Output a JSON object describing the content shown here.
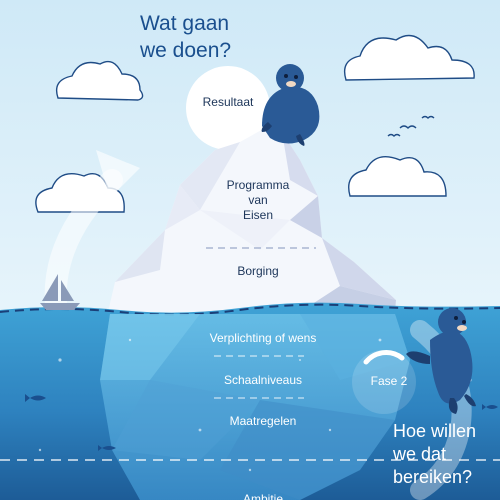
{
  "titles": {
    "top": [
      "Wat gaan",
      "we doen?"
    ],
    "bottom": [
      "Hoe willen",
      "we dat",
      "bereiken?"
    ]
  },
  "above_water": {
    "resultaat": "Resultaat",
    "programma": [
      "Programma",
      "van",
      "Eisen"
    ],
    "borging": "Borging"
  },
  "under_water": {
    "items": [
      "Verplichting of wens",
      "Schaalniveaus",
      "Maatregelen",
      "Ambitie"
    ]
  },
  "phase": {
    "label": "Fase 2"
  },
  "colors": {
    "sky": "#d4ecf8",
    "water_top": "#3fa3d6",
    "water_bottom": "#1d5c97",
    "iceberg_light": "#f4f7fc",
    "iceberg_shadow": "#c6cfe5",
    "seal": "#2a5a96",
    "title_blue": "#1a4f8e"
  },
  "icons": [
    "cloud-icon",
    "seal-icon",
    "sailboat-icon",
    "fish-icon",
    "bird-icon",
    "cycle-arrow-icon"
  ]
}
